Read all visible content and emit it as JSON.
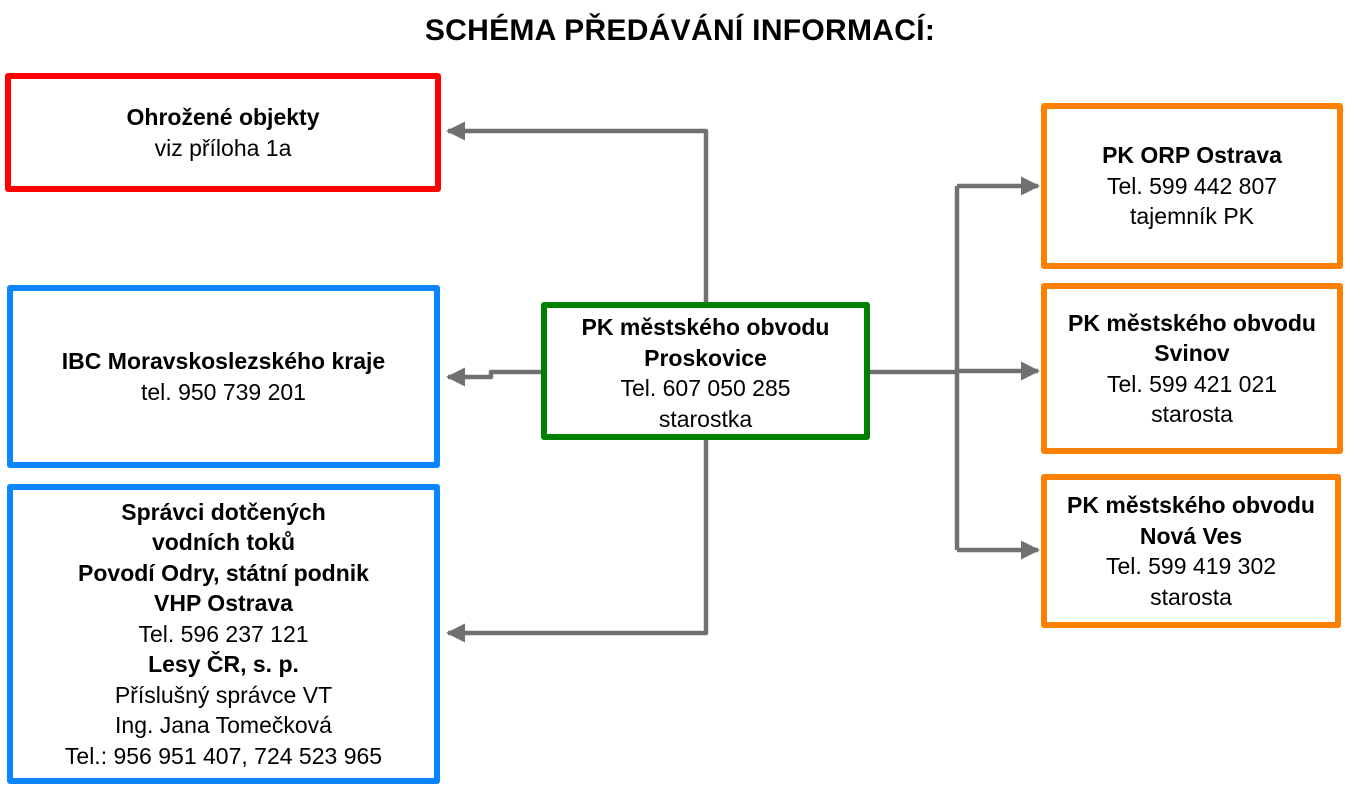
{
  "title": "SCHÉMA PŘEDÁVÁNÍ INFORMACÍ:",
  "colors": {
    "red": "#ff0000",
    "blue": "#0a84ff",
    "green": "#008000",
    "orange": "#ff8000",
    "connector": "#707070"
  },
  "center": {
    "lines": [
      {
        "text": "PK městského obvodu",
        "bold": true
      },
      {
        "text": "Proskovice",
        "bold": true
      },
      {
        "text": "Tel. 607 050 285",
        "bold": false
      },
      {
        "text": "starostka",
        "bold": false
      }
    ]
  },
  "left": [
    {
      "id": "ohrozene-objekty",
      "lines": [
        {
          "text": "Ohrožené objekty",
          "bold": true
        },
        {
          "text": "viz příloha 1a",
          "bold": false
        }
      ]
    },
    {
      "id": "ibc-msk",
      "lines": [
        {
          "text": "IBC Moravskoslezského kraje",
          "bold": true
        },
        {
          "text": "tel. 950 739 201",
          "bold": false
        }
      ]
    },
    {
      "id": "spravci-toku",
      "lines": [
        {
          "text": "Správci dotčených",
          "bold": true
        },
        {
          "text": "vodních toků",
          "bold": true
        },
        {
          "text": "Povodí Odry, státní podnik",
          "bold": true
        },
        {
          "text": "VHP Ostrava",
          "bold": true
        },
        {
          "text": "Tel. 596 237 121",
          "bold": false
        },
        {
          "text": "Lesy ČR, s. p.",
          "bold": true
        },
        {
          "text": "Příslušný správce VT",
          "bold": false
        },
        {
          "text": "Ing. Jana Tomečková",
          "bold": false
        },
        {
          "text": "Tel.: 956 951 407, 724 523 965",
          "bold": false
        }
      ]
    }
  ],
  "right": [
    {
      "id": "pk-orp-ostrava",
      "lines": [
        {
          "text": "PK ORP Ostrava",
          "bold": true
        },
        {
          "text": "Tel. 599 442 807",
          "bold": false
        },
        {
          "text": "tajemník PK",
          "bold": false
        }
      ]
    },
    {
      "id": "pk-svinov",
      "lines": [
        {
          "text": "PK městského obvodu",
          "bold": true
        },
        {
          "text": "Svinov",
          "bold": true
        },
        {
          "text": "Tel. 599 421 021",
          "bold": false
        },
        {
          "text": "starosta",
          "bold": false
        }
      ]
    },
    {
      "id": "pk-nova-ves",
      "lines": [
        {
          "text": "PK městského obvodu",
          "bold": true
        },
        {
          "text": "Nová Ves",
          "bold": true
        },
        {
          "text": "Tel. 599 419 302",
          "bold": false
        },
        {
          "text": "starosta",
          "bold": false
        }
      ]
    }
  ]
}
